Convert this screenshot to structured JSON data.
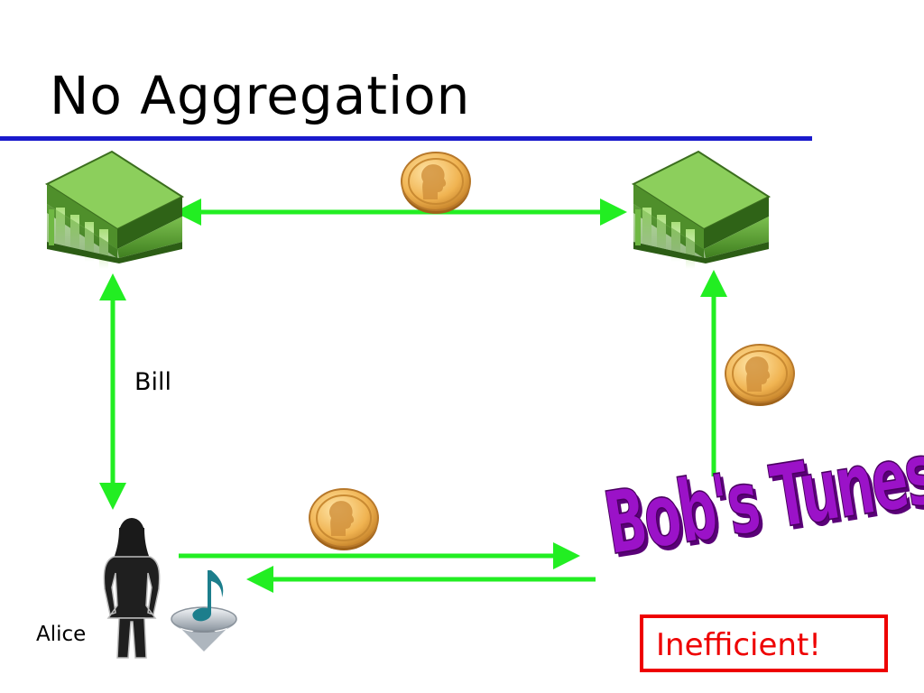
{
  "slide": {
    "title": "No Aggregation"
  },
  "labels": {
    "bill": "Bill",
    "alice": "Alice",
    "merchant": "Bob's Tunes",
    "callout": "Inefficient!"
  },
  "colors": {
    "title_rule": "#1a1acc",
    "arrow": "#22ee22",
    "bank": "#5fa83a",
    "coin": "#e8a943",
    "merchant_text": "#9b12c8",
    "callout": "#ee0000"
  },
  "icons": {
    "bank_left": "bank-icon",
    "bank_right": "bank-icon",
    "coin": "coin-icon",
    "person": "woman-icon",
    "music": "music-note-icon"
  }
}
